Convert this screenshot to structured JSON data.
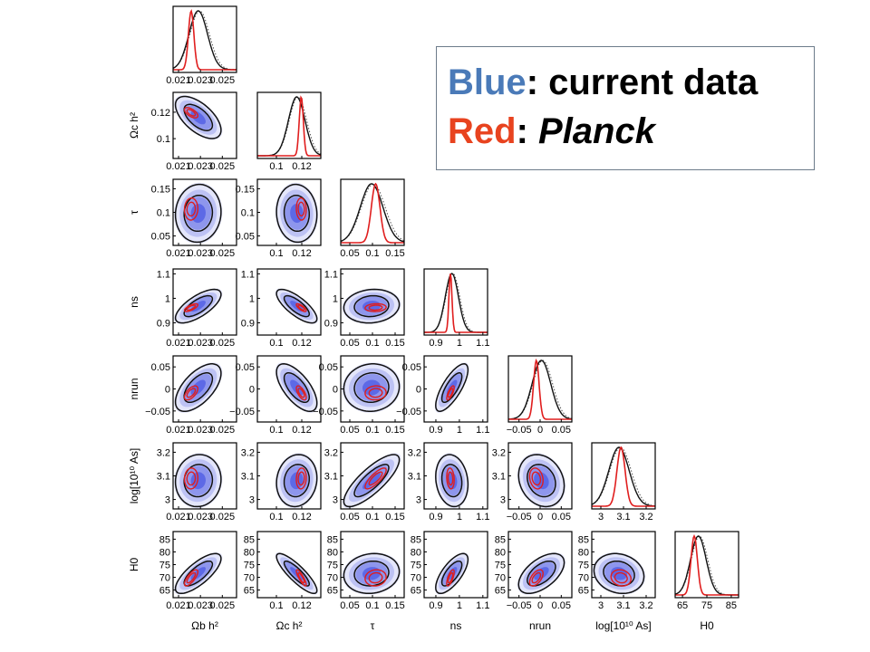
{
  "legend": {
    "line1_color_word": "Blue",
    "line1_rest": ": current data",
    "line2_color_word": "Red",
    "line2_sep": ": ",
    "line2_rest": "Planck",
    "colors": {
      "blue": "#4a7ab8",
      "red": "#e8431f"
    }
  },
  "chart_data": {
    "type": "corner",
    "parameters": [
      "Ωb h²",
      "Ωc h²",
      "τ",
      "ns",
      "nrun",
      "log[10¹⁰ As]",
      "H0"
    ],
    "axis_labels": {
      "x": [
        "Ωb h²",
        "Ωc h²",
        "τ",
        "ns",
        "nrun",
        "log[10¹⁰ As]",
        "H0"
      ],
      "y": [
        "Ωc h²",
        "τ",
        "ns",
        "nrun",
        "log[10¹⁰ As]",
        "H0"
      ]
    },
    "ticks": [
      [
        "0.021",
        "0.023",
        "0.025"
      ],
      [
        "0.1",
        "0.12"
      ],
      [
        "0.05",
        "0.1",
        "0.15"
      ],
      [
        "0.9",
        "1",
        "1.1"
      ],
      [
        "−0.05",
        "0",
        "0.05"
      ],
      [
        "3",
        "3.1",
        "3.2"
      ],
      [
        "65",
        "75",
        "85"
      ]
    ],
    "y_ticks": [
      [
        "0.1",
        "0.12"
      ],
      [
        "0.05",
        "0.1",
        "0.15"
      ],
      [
        "0.9",
        "1",
        "1.1"
      ],
      [
        "−0.05",
        "0",
        "0.05"
      ],
      [
        "3",
        "3.1",
        "3.2"
      ],
      [
        "65",
        "70",
        "75",
        "80",
        "85"
      ]
    ],
    "ranges": [
      [
        0.0205,
        0.0263
      ],
      [
        0.085,
        0.135
      ],
      [
        0.03,
        0.17
      ],
      [
        0.85,
        1.12
      ],
      [
        -0.075,
        0.075
      ],
      [
        2.96,
        3.24
      ],
      [
        62,
        88
      ]
    ],
    "current_data": {
      "color": "blue",
      "mean": [
        0.0228,
        0.116,
        0.098,
        0.968,
        0.003,
        3.08,
        71.5
      ],
      "sd": [
        0.00085,
        0.0065,
        0.025,
        0.028,
        0.022,
        0.045,
        3.2
      ]
    },
    "planck": {
      "color": "red",
      "mean": [
        0.02215,
        0.1196,
        0.107,
        0.962,
        -0.009,
        3.089,
        69.8
      ],
      "sd": [
        0.00025,
        0.0016,
        0.0095,
        0.0065,
        0.0065,
        0.018,
        1.3
      ]
    },
    "correlations": [
      [
        0,
        1,
        -0.6
      ],
      [
        0,
        2,
        0.05
      ],
      [
        0,
        3,
        0.7
      ],
      [
        0,
        4,
        0.6
      ],
      [
        0,
        5,
        0.05
      ],
      [
        0,
        6,
        0.75
      ],
      [
        1,
        2,
        -0.05
      ],
      [
        1,
        3,
        -0.75
      ],
      [
        1,
        4,
        -0.65
      ],
      [
        1,
        5,
        0.1
      ],
      [
        1,
        6,
        -0.85
      ],
      [
        2,
        3,
        0.1
      ],
      [
        2,
        4,
        0.05
      ],
      [
        2,
        5,
        0.8
      ],
      [
        2,
        6,
        0.1
      ],
      [
        3,
        4,
        0.75
      ],
      [
        3,
        5,
        -0.15
      ],
      [
        3,
        6,
        0.7
      ],
      [
        4,
        5,
        -0.2
      ],
      [
        4,
        6,
        0.55
      ],
      [
        5,
        6,
        -0.15
      ]
    ]
  }
}
